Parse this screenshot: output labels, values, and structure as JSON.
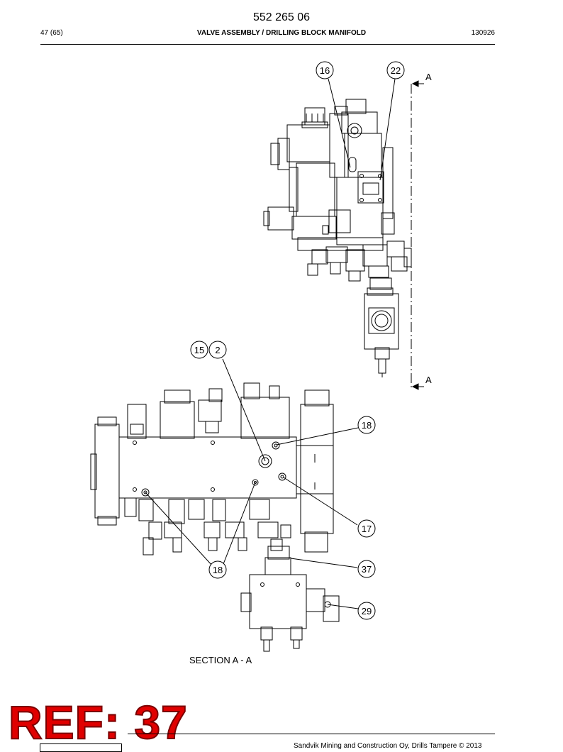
{
  "header": {
    "doc_number": "552 265 06",
    "page_info": "47 (65)",
    "title": "VALVE ASSEMBLY / DRILLING BLOCK MANIFOLD",
    "code": "130926"
  },
  "callouts": {
    "c16": "16",
    "c22": "22",
    "c15": "15",
    "c2": "2",
    "c18a": "18",
    "c17": "17",
    "c18b": "18",
    "c37": "37",
    "c29": "29"
  },
  "section": {
    "marker_top": "A",
    "marker_bottom": "A",
    "label": "SECTION A - A"
  },
  "stamp": {
    "text": "REF: 37",
    "color": "#e00000"
  },
  "footer": {
    "text": "Sandvik Mining and Construction Oy, Drills Tampere © 2013"
  }
}
